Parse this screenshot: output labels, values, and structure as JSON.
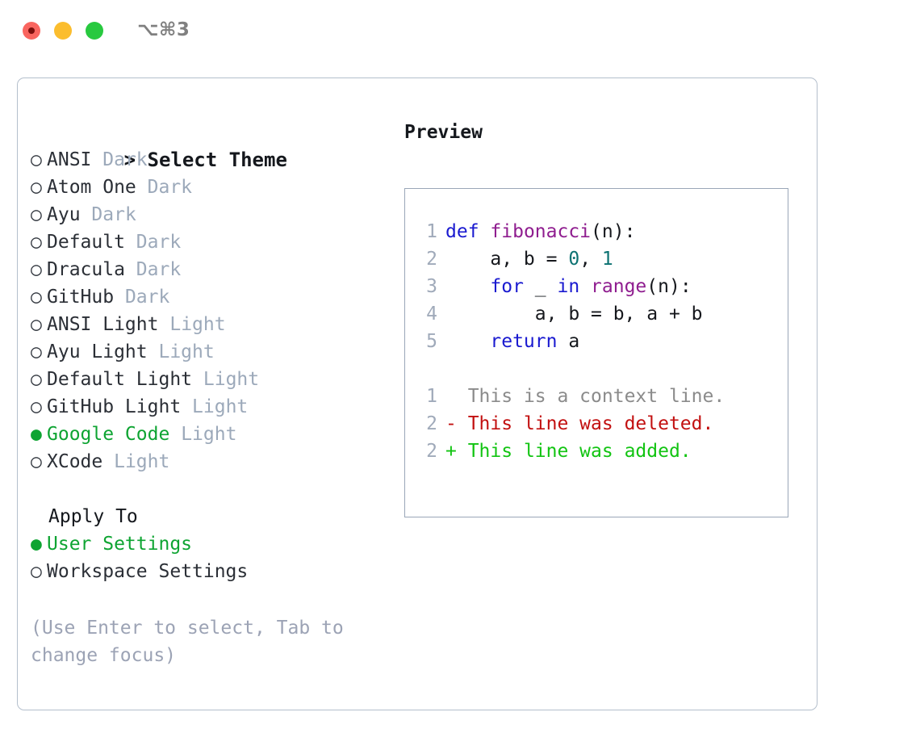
{
  "window": {
    "shortcut": "⌥⌘3",
    "traffic_lights": [
      {
        "name": "close",
        "color": "#f9655f"
      },
      {
        "name": "minimize",
        "color": "#fbbd2e"
      },
      {
        "name": "maximize",
        "color": "#28c93f"
      }
    ]
  },
  "accent": {
    "selected_green": "#0ea432",
    "muted": "#9ca9ba",
    "hint": "#9ca3b5",
    "border": "#b4bfcc",
    "preview_border": "#9aa7b8"
  },
  "theme_picker": {
    "header": "Select Theme",
    "caret": ">",
    "bullet_on": "●",
    "bullet_off": "○",
    "items": [
      {
        "name": "ANSI",
        "kind": "Dark",
        "selected": false
      },
      {
        "name": "Atom One",
        "kind": "Dark",
        "selected": false
      },
      {
        "name": "Ayu",
        "kind": "Dark",
        "selected": false
      },
      {
        "name": "Default",
        "kind": "Dark",
        "selected": false
      },
      {
        "name": "Dracula",
        "kind": "Dark",
        "selected": false
      },
      {
        "name": "GitHub",
        "kind": "Dark",
        "selected": false
      },
      {
        "name": "ANSI Light",
        "kind": "Light",
        "selected": false
      },
      {
        "name": "Ayu Light",
        "kind": "Light",
        "selected": false
      },
      {
        "name": "Default Light",
        "kind": "Light",
        "selected": false
      },
      {
        "name": "GitHub Light",
        "kind": "Light",
        "selected": false
      },
      {
        "name": "Google Code",
        "kind": "Light",
        "selected": true
      },
      {
        "name": "XCode",
        "kind": "Light",
        "selected": false
      }
    ]
  },
  "apply_to": {
    "header": "Apply To",
    "options": [
      {
        "label": "User Settings",
        "selected": true
      },
      {
        "label": "Workspace Settings",
        "selected": false
      }
    ]
  },
  "hint": "(Use Enter to select, Tab to change focus)",
  "preview": {
    "title": "Preview",
    "code_lines": [
      {
        "no": "1",
        "tokens": [
          {
            "t": "def",
            "c": "kw"
          },
          {
            "t": " ",
            "c": "plain"
          },
          {
            "t": "fibonacci",
            "c": "fn"
          },
          {
            "t": "(n):",
            "c": "plain"
          }
        ]
      },
      {
        "no": "2",
        "tokens": [
          {
            "t": "    a, b = ",
            "c": "plain"
          },
          {
            "t": "0",
            "c": "num"
          },
          {
            "t": ", ",
            "c": "plain"
          },
          {
            "t": "1",
            "c": "num"
          }
        ]
      },
      {
        "no": "3",
        "tokens": [
          {
            "t": "    ",
            "c": "plain"
          },
          {
            "t": "for",
            "c": "kw"
          },
          {
            "t": " _ ",
            "c": "plain"
          },
          {
            "t": "in",
            "c": "kw"
          },
          {
            "t": " ",
            "c": "plain"
          },
          {
            "t": "range",
            "c": "fn"
          },
          {
            "t": "(n):",
            "c": "plain"
          }
        ]
      },
      {
        "no": "4",
        "tokens": [
          {
            "t": "        a, b = b, a + b",
            "c": "plain"
          }
        ]
      },
      {
        "no": "5",
        "tokens": [
          {
            "t": "    ",
            "c": "plain"
          },
          {
            "t": "return",
            "c": "kw"
          },
          {
            "t": " a",
            "c": "plain"
          }
        ]
      }
    ],
    "diff_lines": [
      {
        "no": "1",
        "marker": " ",
        "text": " This is a context line.",
        "kind": "ctx"
      },
      {
        "no": "2",
        "marker": "-",
        "text": " This line was deleted.",
        "kind": "del"
      },
      {
        "no": "2",
        "marker": "+",
        "text": " This line was added.",
        "kind": "add"
      }
    ]
  }
}
